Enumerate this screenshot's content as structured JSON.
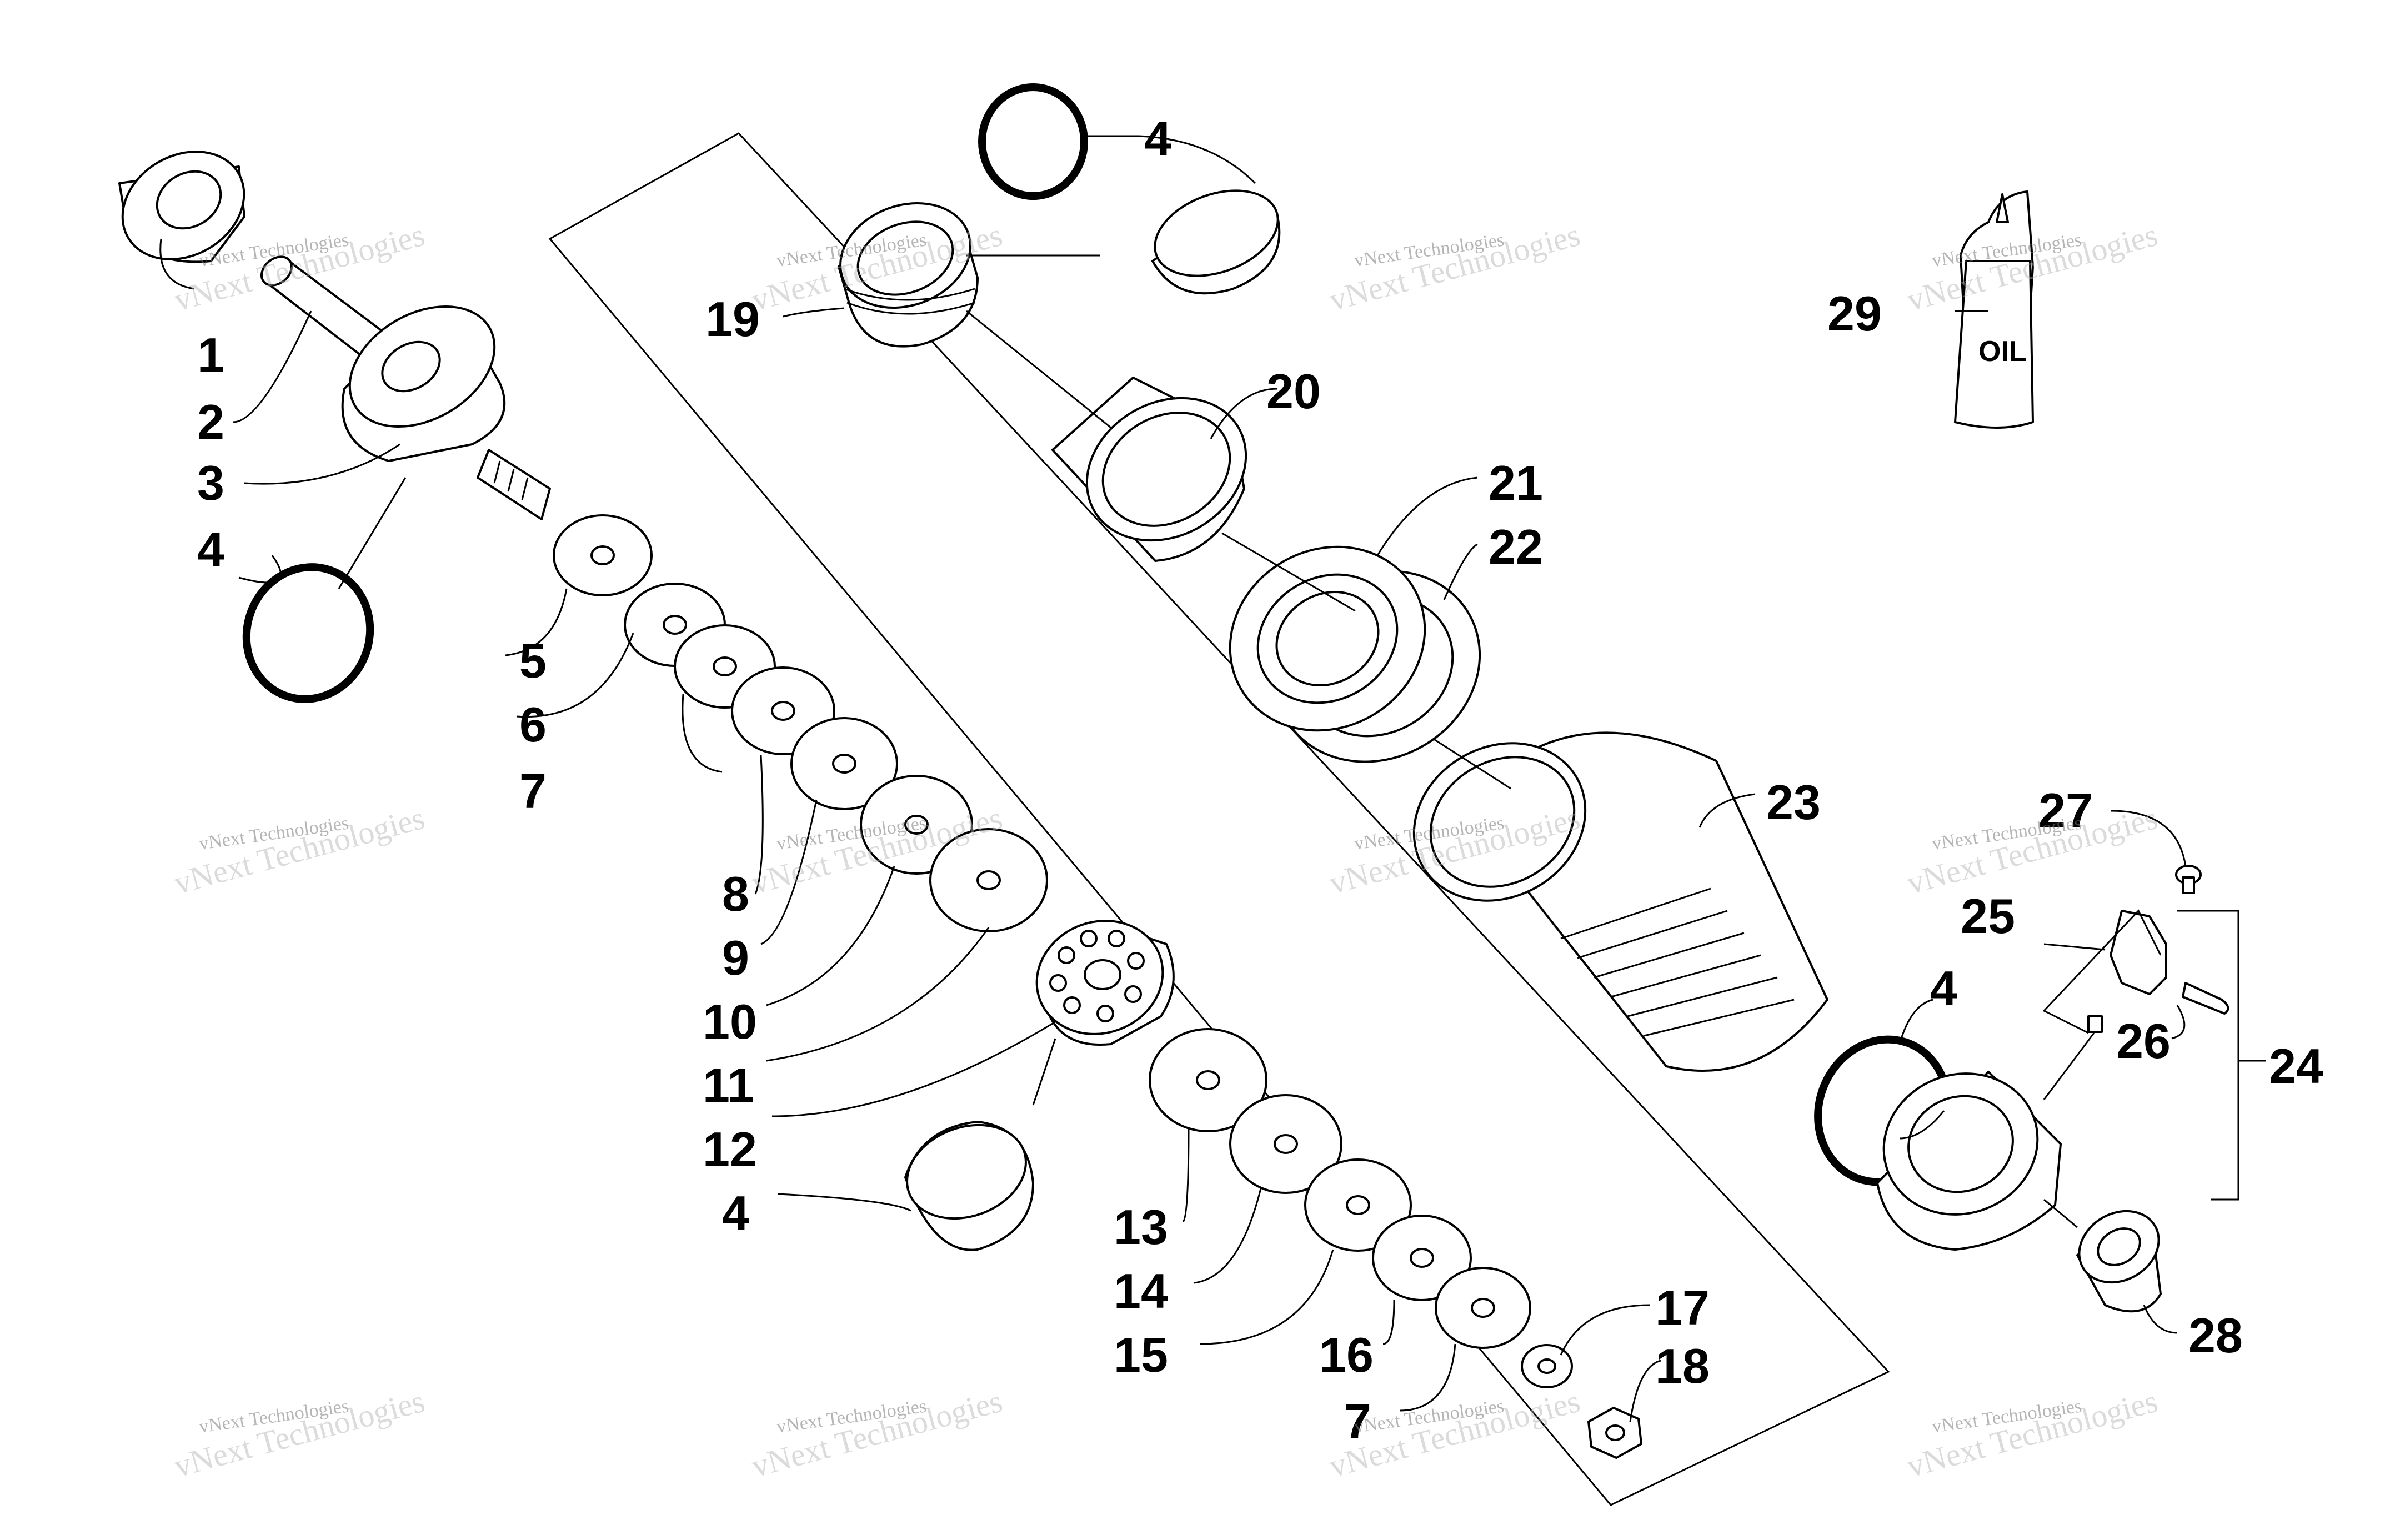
{
  "diagram": {
    "callouts": [
      "1",
      "2",
      "3",
      "4",
      "5",
      "6",
      "7",
      "8",
      "9",
      "10",
      "11",
      "12",
      "13",
      "14",
      "15",
      "16",
      "17",
      "18",
      "19",
      "20",
      "21",
      "22",
      "23",
      "24",
      "25",
      "26",
      "27",
      "28",
      "29"
    ],
    "bottle_label": "OIL",
    "watermark": {
      "line1": "vNext Technologies",
      "line2": "vNext Technologies"
    }
  }
}
